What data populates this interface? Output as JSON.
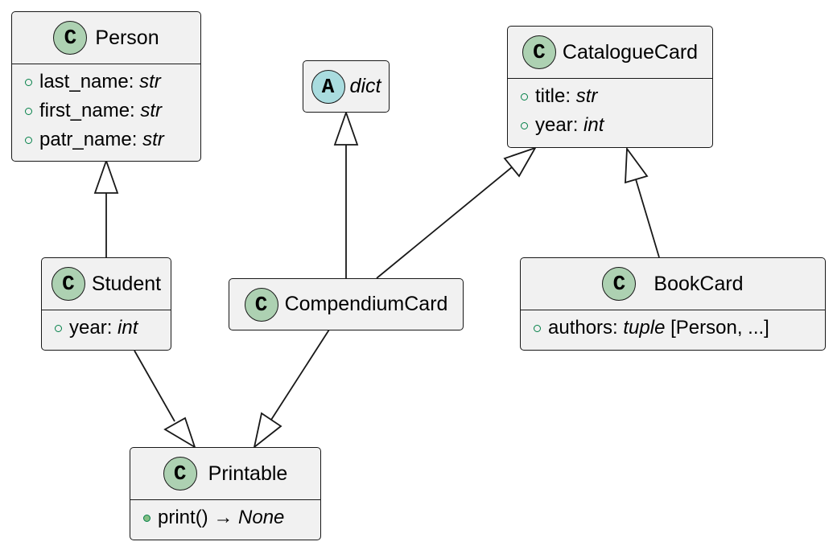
{
  "diagram": {
    "classes": {
      "person": {
        "name": "Person",
        "stereotype": "C",
        "attributes": [
          {
            "name": "last_name: ",
            "type": "str"
          },
          {
            "name": "first_name: ",
            "type": "str"
          },
          {
            "name": "patr_name: ",
            "type": "str"
          }
        ]
      },
      "dict": {
        "name": "dict",
        "stereotype": "A"
      },
      "catalogue_card": {
        "name": "CatalogueCard",
        "stereotype": "C",
        "attributes": [
          {
            "name": "title: ",
            "type": "str"
          },
          {
            "name": "year: ",
            "type": "int"
          }
        ]
      },
      "student": {
        "name": "Student",
        "stereotype": "C",
        "attributes": [
          {
            "name": "year: ",
            "type": "int"
          }
        ]
      },
      "compendium_card": {
        "name": "CompendiumCard",
        "stereotype": "C"
      },
      "book_card": {
        "name": "BookCard",
        "stereotype": "C",
        "attributes": [
          {
            "name": "authors: ",
            "type": "tuple",
            "suffix": " [Person, ...]"
          }
        ]
      },
      "printable": {
        "name": "Printable",
        "stereotype": "C",
        "methods": [
          {
            "name": "print() → ",
            "type": "None"
          }
        ]
      }
    },
    "relations": [
      {
        "from": "student",
        "to": "person",
        "kind": "inheritance"
      },
      {
        "from": "compendium_card",
        "to": "dict",
        "kind": "inheritance"
      },
      {
        "from": "compendium_card",
        "to": "catalogue_card",
        "kind": "inheritance"
      },
      {
        "from": "book_card",
        "to": "catalogue_card",
        "kind": "inheritance"
      },
      {
        "from": "student",
        "to": "printable",
        "kind": "inheritance"
      },
      {
        "from": "compendium_card",
        "to": "printable",
        "kind": "inheritance"
      }
    ],
    "colors": {
      "class_fill": "#f1f1f1",
      "border": "#181818",
      "class_badge": "#add1b2",
      "abstract_badge": "#a9dcdf",
      "visibility_public": "#038048",
      "method_dot": "#84be84"
    }
  }
}
